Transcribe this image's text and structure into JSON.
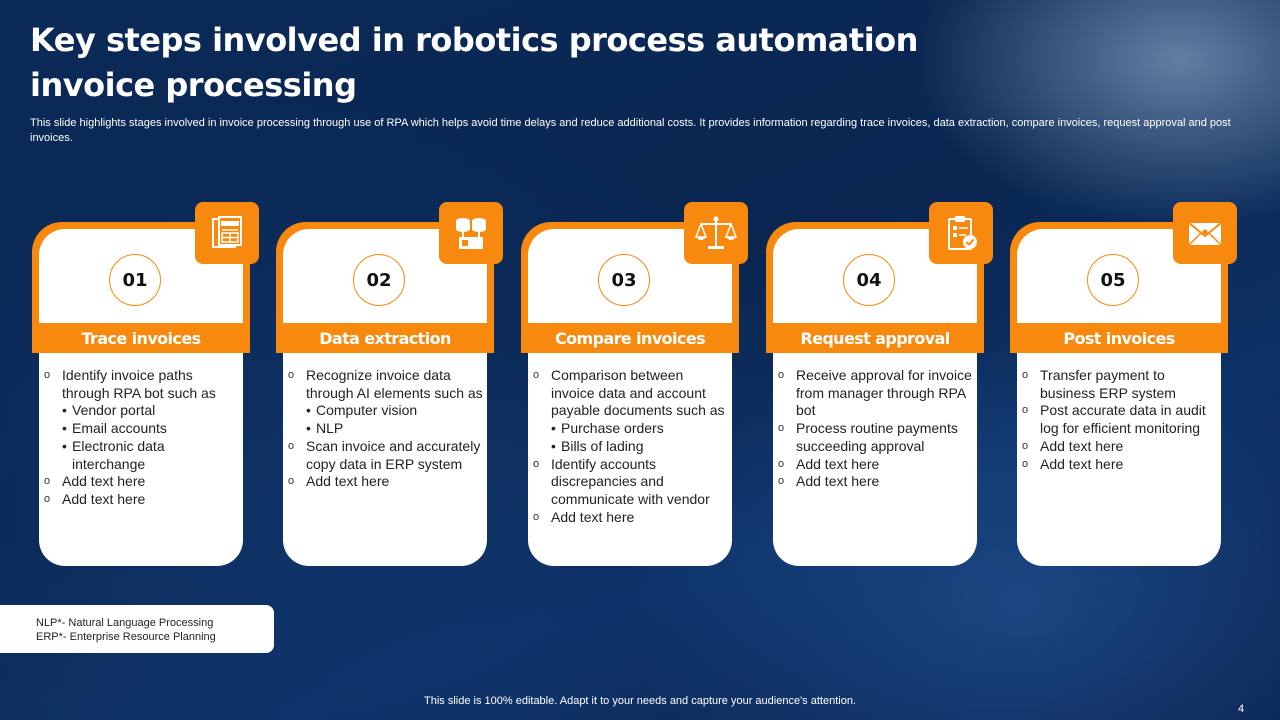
{
  "title": "Key steps involved in robotics process automation invoice processing",
  "subtitle": "This slide highlights stages involved in invoice processing through use of RPA which helps avoid time delays and reduce additional costs. It provides information regarding trace invoices, data extraction, compare invoices, request approval and post invoices.",
  "accent_color": "#f7890f",
  "steps": [
    {
      "number": "01",
      "title": "Trace invoices",
      "icon": "invoice-icon",
      "bullets": [
        {
          "level": 1,
          "text": "Identify invoice paths through RPA bot such as"
        },
        {
          "level": 2,
          "text": "Vendor portal"
        },
        {
          "level": 2,
          "text": "Email accounts"
        },
        {
          "level": 2,
          "text": "Electronic data interchange"
        },
        {
          "level": 1,
          "text": "Add text here"
        },
        {
          "level": 1,
          "text": "Add text here"
        }
      ]
    },
    {
      "number": "02",
      "title": "Data extraction",
      "icon": "database-icon",
      "bullets": [
        {
          "level": 1,
          "text": "Recognize invoice data through AI elements such as"
        },
        {
          "level": 2,
          "text": "Computer vision"
        },
        {
          "level": 2,
          "text": "NLP"
        },
        {
          "level": 1,
          "text": "Scan invoice and accurately copy data in ERP system"
        },
        {
          "level": 1,
          "text": "Add text here"
        }
      ]
    },
    {
      "number": "03",
      "title": "Compare invoices",
      "icon": "scale-icon",
      "bullets": [
        {
          "level": 1,
          "text": "Comparison between invoice data and account payable documents such as"
        },
        {
          "level": 2,
          "text": "Purchase orders"
        },
        {
          "level": 2,
          "text": "Bills of lading"
        },
        {
          "level": 1,
          "text": "Identify accounts discrepancies and communicate with vendor"
        },
        {
          "level": 1,
          "text": "Add text here"
        }
      ]
    },
    {
      "number": "04",
      "title": "Request approval",
      "icon": "clipboard-check-icon",
      "bullets": [
        {
          "level": 1,
          "text": "Receive approval for invoice from manager through RPA bot"
        },
        {
          "level": 1,
          "text": "Process routine payments succeeding approval"
        },
        {
          "level": 1,
          "text": "Add text here"
        },
        {
          "level": 1,
          "text": "Add text here"
        }
      ]
    },
    {
      "number": "05",
      "title": "Post invoices",
      "icon": "envelope-icon",
      "bullets": [
        {
          "level": 1,
          "text": "Transfer payment to business ERP system"
        },
        {
          "level": 1,
          "text": "Post accurate data in audit log for efficient monitoring"
        },
        {
          "level": 1,
          "text": "Add text here"
        },
        {
          "level": 1,
          "text": "Add text here"
        }
      ]
    }
  ],
  "notes": [
    "NLP*- Natural Language Processing",
    "ERP*- Enterprise Resource Planning"
  ],
  "footer": "This slide is 100% editable. Adapt it to your needs and capture your audience's attention.",
  "page_number": "4"
}
